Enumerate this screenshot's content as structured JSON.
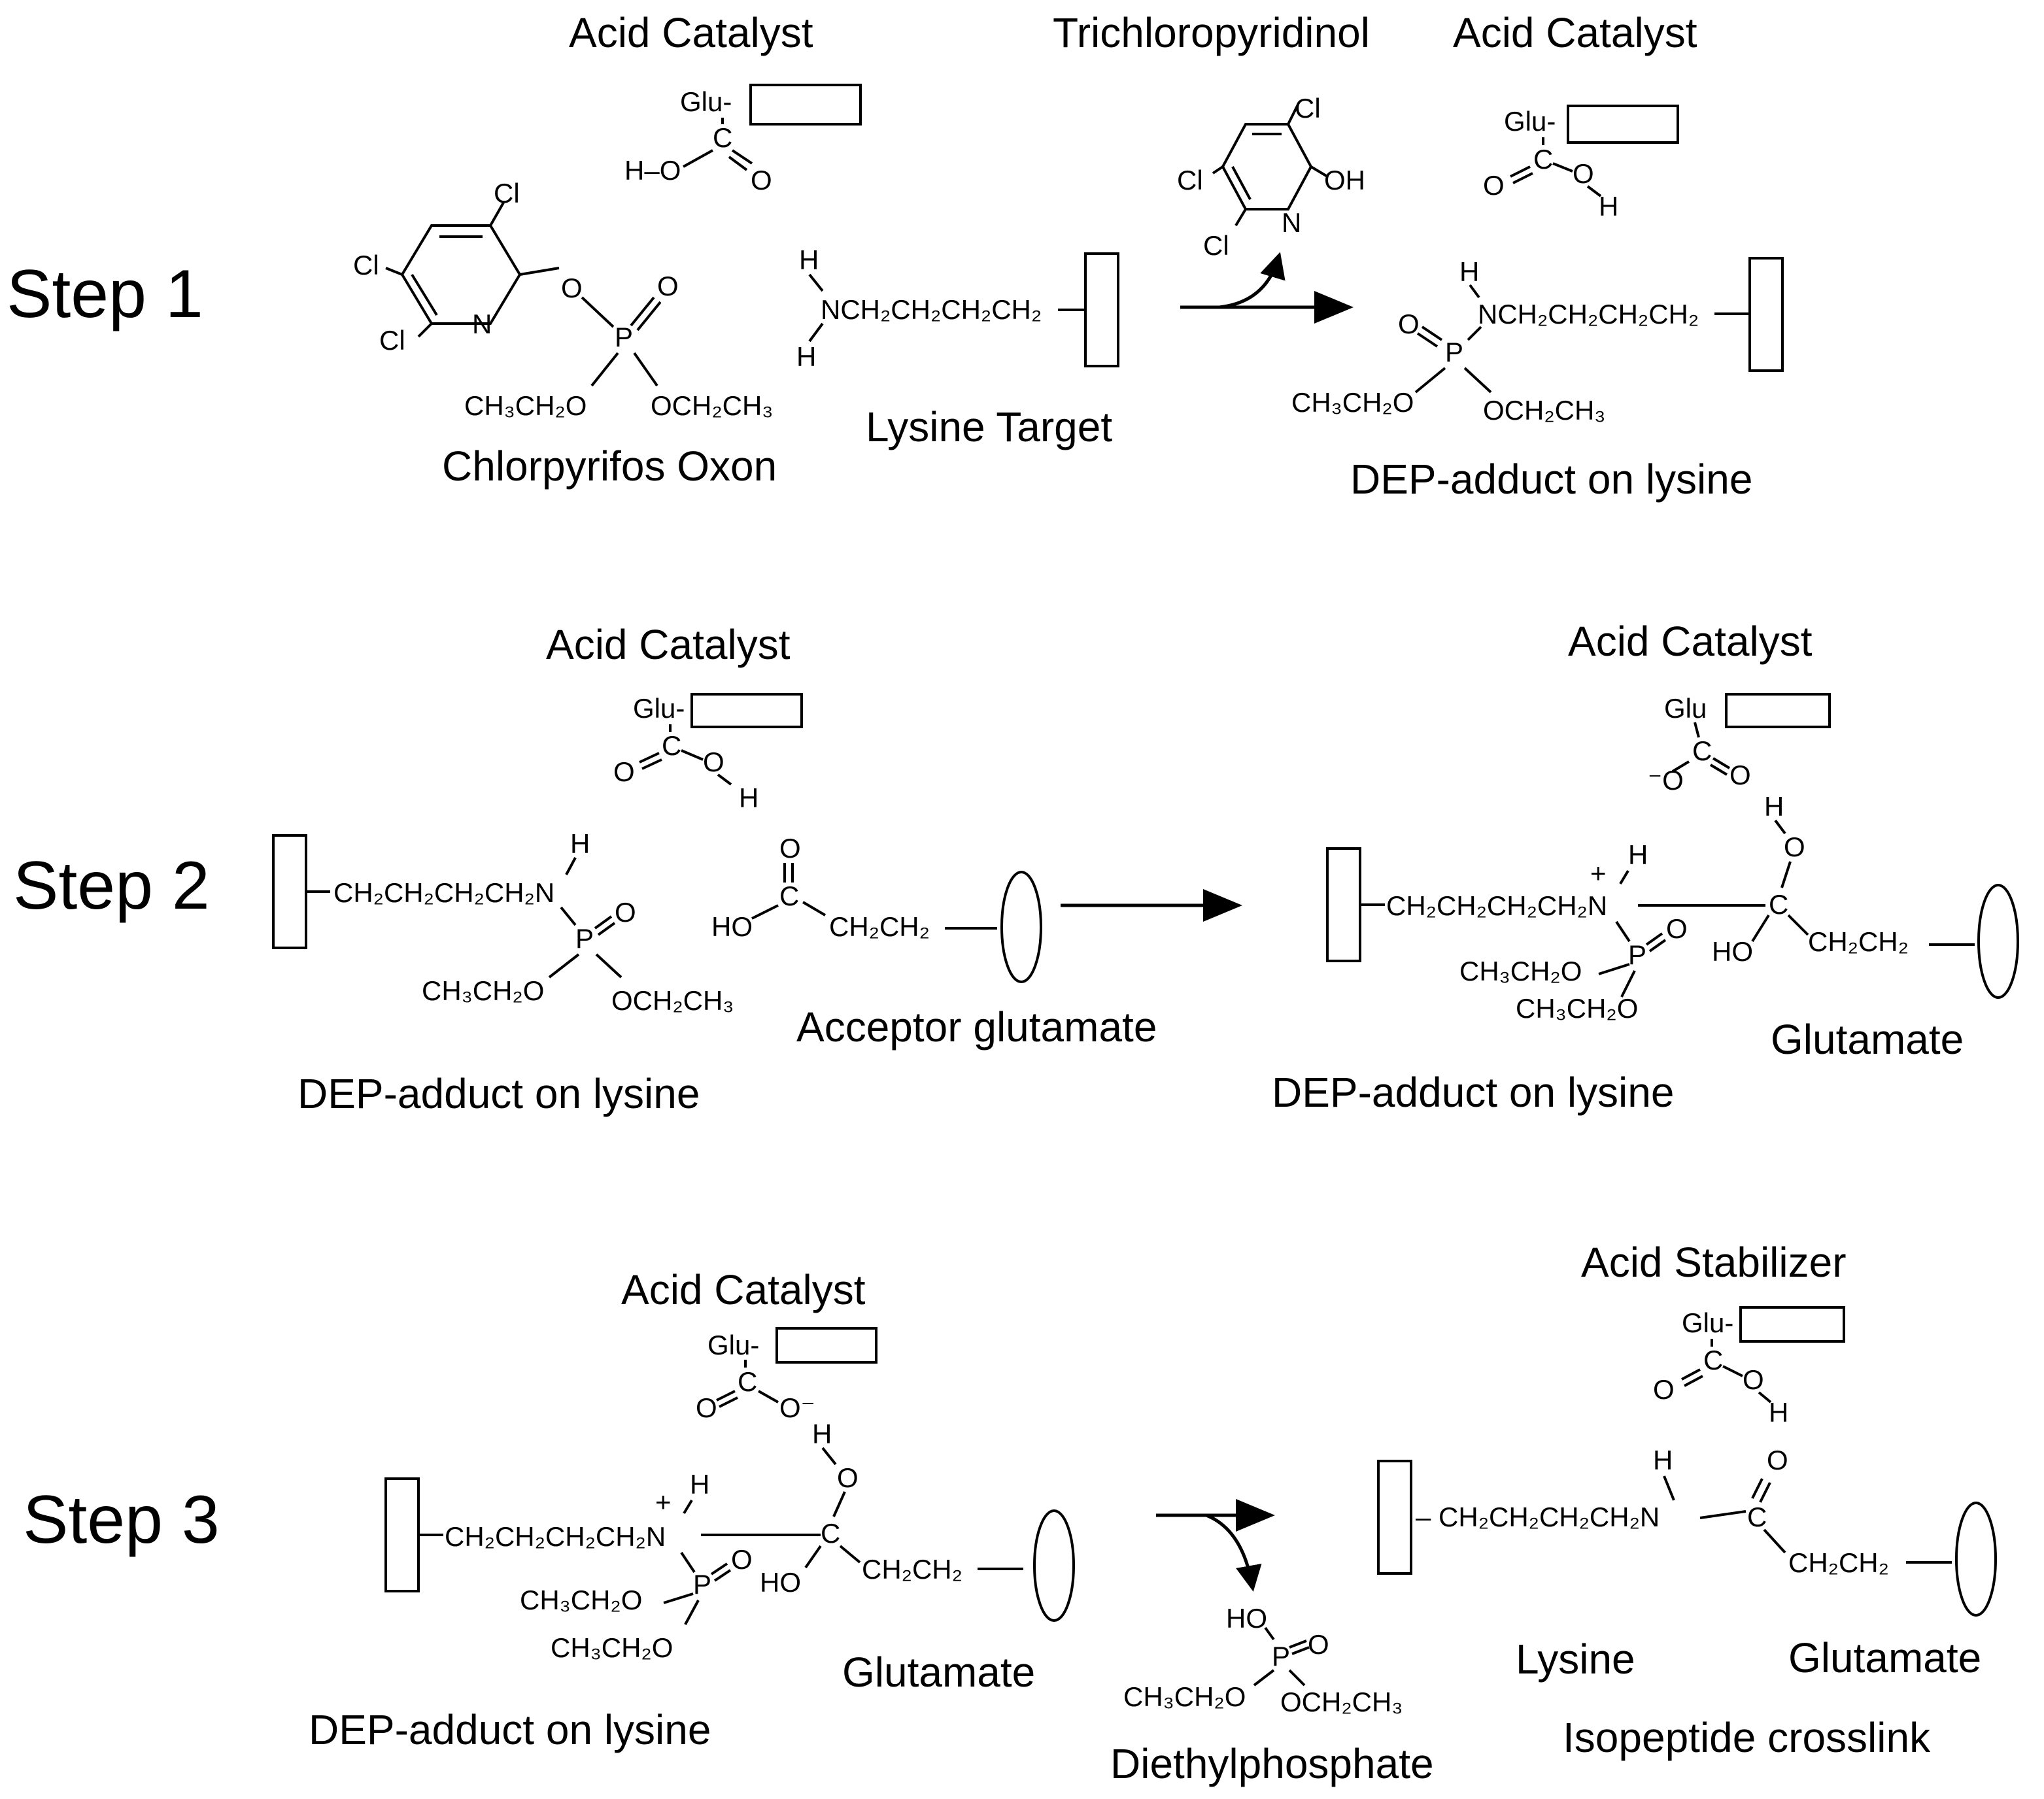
{
  "steps": [
    "Step 1",
    "Step 2",
    "Step 3"
  ],
  "step1": {
    "acid_catalyst_left": "Acid Catalyst",
    "leaving_group": "Trichloropyridinol",
    "acid_catalyst_right": "Acid Catalyst",
    "reactant": "Chlorpyrifos Oxon",
    "target": "Lysine Target",
    "product": "DEP-adduct on lysine"
  },
  "step2": {
    "acid_catalyst_left": "Acid Catalyst",
    "acid_catalyst_right": "Acid Catalyst",
    "reactant": "DEP-adduct on lysine",
    "acceptor": "Acceptor glutamate",
    "product": "DEP-adduct on lysine",
    "product_glutamate": "Glutamate"
  },
  "step3": {
    "acid_catalyst": "Acid Catalyst",
    "acid_stabilizer": "Acid Stabilizer",
    "reactant": "DEP-adduct on lysine",
    "reactant_glutamate": "Glutamate",
    "byproduct": "Diethylphosphate",
    "lysine": "Lysine",
    "glutamate": "Glutamate",
    "product": "Isopeptide crosslink"
  },
  "atoms": {
    "glu": "Glu-",
    "glu_plain": "Glu",
    "c": "C",
    "ho_dash": "H–O",
    "o": "O",
    "o_minus": "O⁻",
    "minus_o": "⁻O",
    "h": "H",
    "cl": "Cl",
    "n": "N",
    "oh": "OH",
    "ho": "HO",
    "p": "P",
    "eto_left": "CH₃CH₂O",
    "eto_right": "OCH₂CH₃",
    "lys_chain_nh": "NCH₂CH₂CH₂CH₂",
    "lys_chain_n": "CH₂CH₂CH₂CH₂N",
    "lys_chain_dash_n": "– CH₂CH₂CH₂CH₂N",
    "glu_chain": "CH₂CH₂",
    "plus": "+"
  }
}
